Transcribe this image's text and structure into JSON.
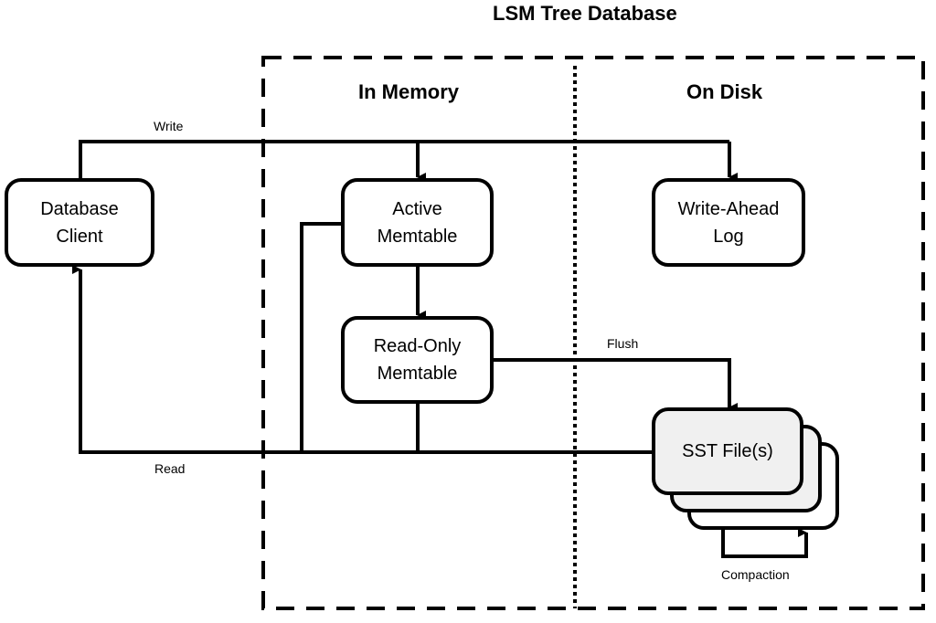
{
  "diagram": {
    "title": "LSM Tree Database",
    "sections": {
      "in_memory": "In Memory",
      "on_disk": "On Disk"
    },
    "nodes": {
      "database_client": {
        "line1": "Database",
        "line2": "Client"
      },
      "active_memtable": {
        "line1": "Active",
        "line2": "Memtable"
      },
      "write_ahead_log": {
        "line1": "Write-Ahead",
        "line2": "Log"
      },
      "read_only_memtable": {
        "line1": "Read-Only",
        "line2": "Memtable"
      },
      "sst_files": {
        "line1": "SST File(s)"
      }
    },
    "edges": {
      "write": "Write",
      "read": "Read",
      "flush": "Flush",
      "compaction": "Compaction"
    },
    "colors": {
      "stroke": "#000000",
      "sst_fill": "#f0f0f0",
      "box_fill": "#ffffff"
    }
  }
}
